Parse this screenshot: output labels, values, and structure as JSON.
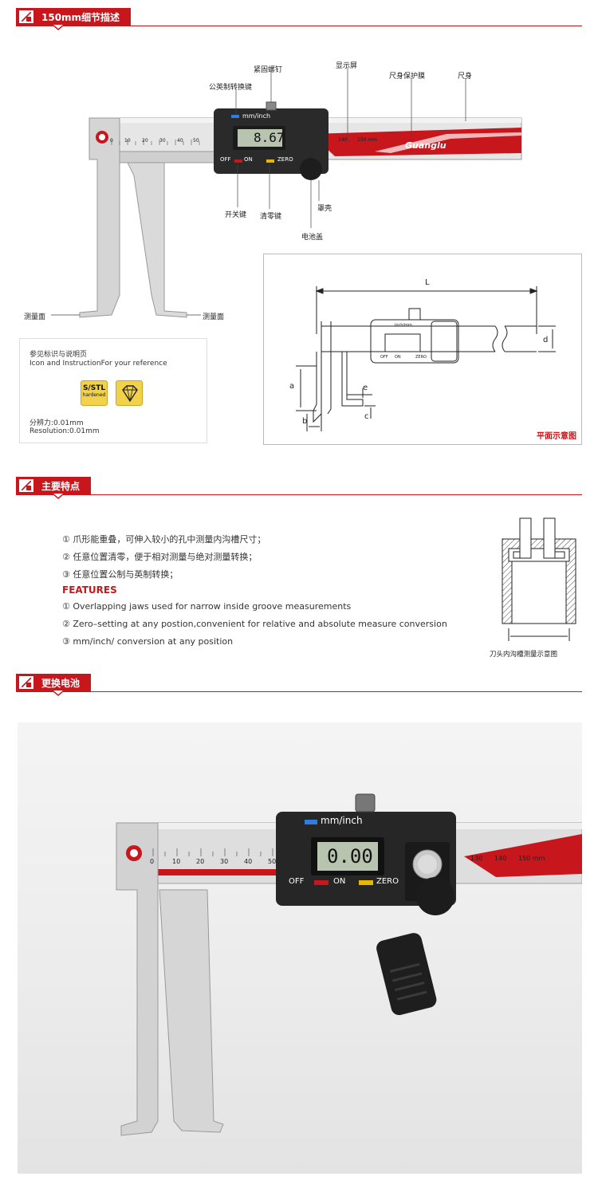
{
  "sections": [
    {
      "title": "150mm细节描述"
    },
    {
      "title": "主要特点"
    },
    {
      "title": "更换电池"
    }
  ],
  "callouts": {
    "lock_screw": "紧固螺钉",
    "unit_key": "公英制转换键",
    "display": "显示屏",
    "ruler_film": "尺身保护膜",
    "ruler_body": "尺身",
    "power_key": "开关键",
    "zero_key": "清零键",
    "cover": "罩壳",
    "battery_cover": "电池盖",
    "measure_face_left": "测量面",
    "measure_face_right": "测量面"
  },
  "device": {
    "unit_label": "mm/inch",
    "reading": "8.67",
    "off": "OFF",
    "on": "ON",
    "zero": "ZERO",
    "brand": "Guanglu",
    "scale_marks": [
      "0",
      "10",
      "20",
      "30",
      "40",
      "50"
    ],
    "scale_tail": [
      "140",
      "150 mm"
    ]
  },
  "info": {
    "title": "参见标识与说明页",
    "subtitle": "Icon and InstructionFor your reference",
    "badge_text": "S/STL",
    "badge_sub": "hardened",
    "resolution_cn": "分辨力:0.01mm",
    "resolution_en": "Resolution:0.01mm"
  },
  "plan": {
    "caption": "平面示意图",
    "labels": {
      "L": "L",
      "d": "d",
      "a": "a",
      "b": "b",
      "e": "e",
      "c": "c"
    },
    "mini_unit": "inch/mm",
    "mini_off": "OFF",
    "mini_on": "ON",
    "mini_zero": "ZERO"
  },
  "features": {
    "cn": [
      "① 爪形能重叠，可伸入较小的孔中测量内沟槽尺寸；",
      "② 任意位置清零，便于相对测量与绝对测量转换；",
      "③ 任意位置公制与英制转换；"
    ],
    "en_title": "FEATURES",
    "en": [
      "① Overlapping jaws used for narrow inside groove measurements",
      "② Zero–setting at any postion,convenient for relative and absolute measure conversion",
      "③ mm/inch/ conversion at any position"
    ],
    "groove_caption": "刀头内沟槽测量示意图"
  },
  "photo": {
    "unit_label": "mm/inch",
    "reading": "0.00",
    "off": "OFF",
    "on": "ON",
    "zero": "ZERO",
    "scale_marks": [
      "0",
      "10",
      "20",
      "30",
      "40",
      "50"
    ],
    "scale_tail": [
      "130",
      "140",
      "150 mm"
    ]
  },
  "colors": {
    "accent": "#c8161d",
    "lcd": "#b9c4b0",
    "body": "#2a2a2a"
  }
}
